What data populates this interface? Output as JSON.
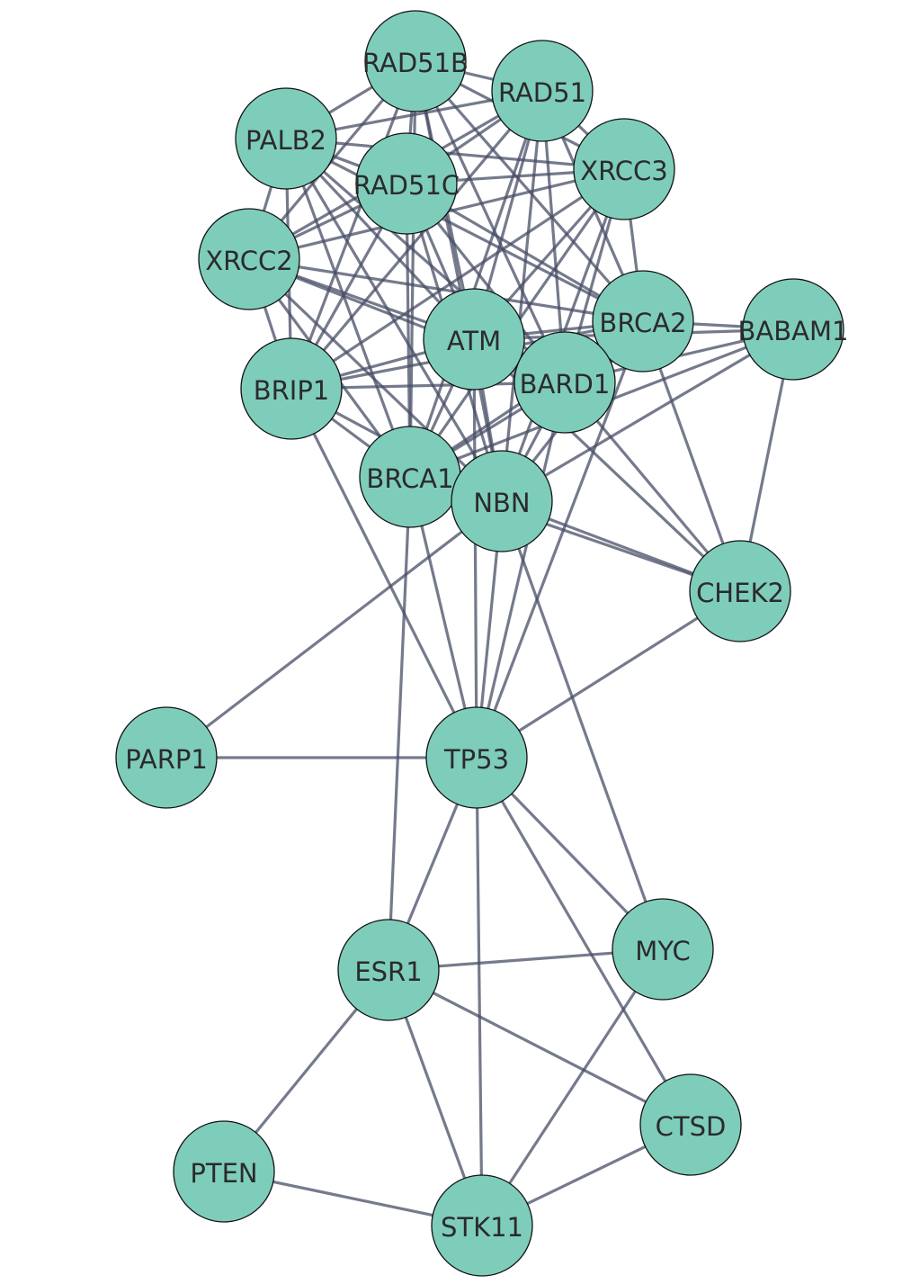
{
  "title": "Protein interaction network",
  "nodes": [
    "RAD51B",
    "RAD51",
    "PALB2",
    "RAD51C",
    "XRCC3",
    "XRCC2",
    "BRCA2",
    "BABAM1",
    "ATM",
    "BARD1",
    "BRIP1",
    "BRCA1",
    "NBN",
    "CHEK2",
    "PARP1",
    "TP53",
    "ESR1",
    "MYC",
    "CTSD",
    "PTEN",
    "STK11"
  ],
  "core_cluster": [
    "RAD51B",
    "RAD51",
    "PALB2",
    "RAD51C",
    "XRCC3",
    "XRCC2",
    "BRCA2",
    "ATM",
    "BARD1",
    "BRIP1",
    "BRCA1",
    "NBN"
  ],
  "edges": [
    [
      "BABAM1",
      "BRCA2"
    ],
    [
      "BABAM1",
      "BARD1"
    ],
    [
      "BABAM1",
      "ATM"
    ],
    [
      "BABAM1",
      "BRCA1"
    ],
    [
      "BABAM1",
      "NBN"
    ],
    [
      "BABAM1",
      "CHEK2"
    ],
    [
      "CHEK2",
      "BRCA2"
    ],
    [
      "CHEK2",
      "BARD1"
    ],
    [
      "CHEK2",
      "NBN"
    ],
    [
      "CHEK2",
      "ATM"
    ],
    [
      "CHEK2",
      "BRCA1"
    ],
    [
      "CHEK2",
      "TP53"
    ],
    [
      "TP53",
      "BRIP1"
    ],
    [
      "TP53",
      "BRCA1"
    ],
    [
      "TP53",
      "NBN"
    ],
    [
      "TP53",
      "ATM"
    ],
    [
      "TP53",
      "BARD1"
    ],
    [
      "TP53",
      "BRCA2"
    ],
    [
      "TP53",
      "PARP1"
    ],
    [
      "TP53",
      "ESR1"
    ],
    [
      "TP53",
      "MYC"
    ],
    [
      "TP53",
      "CTSD"
    ],
    [
      "TP53",
      "STK11"
    ],
    [
      "PARP1",
      "NBN"
    ],
    [
      "ESR1",
      "BRCA1"
    ],
    [
      "ESR1",
      "MYC"
    ],
    [
      "ESR1",
      "CTSD"
    ],
    [
      "ESR1",
      "PTEN"
    ],
    [
      "ESR1",
      "STK11"
    ],
    [
      "MYC",
      "NBN"
    ],
    [
      "MYC",
      "STK11"
    ],
    [
      "CTSD",
      "STK11"
    ],
    [
      "PTEN",
      "STK11"
    ]
  ],
  "colors": {
    "node": "#7ecdbb",
    "edge": "#474e66"
  }
}
